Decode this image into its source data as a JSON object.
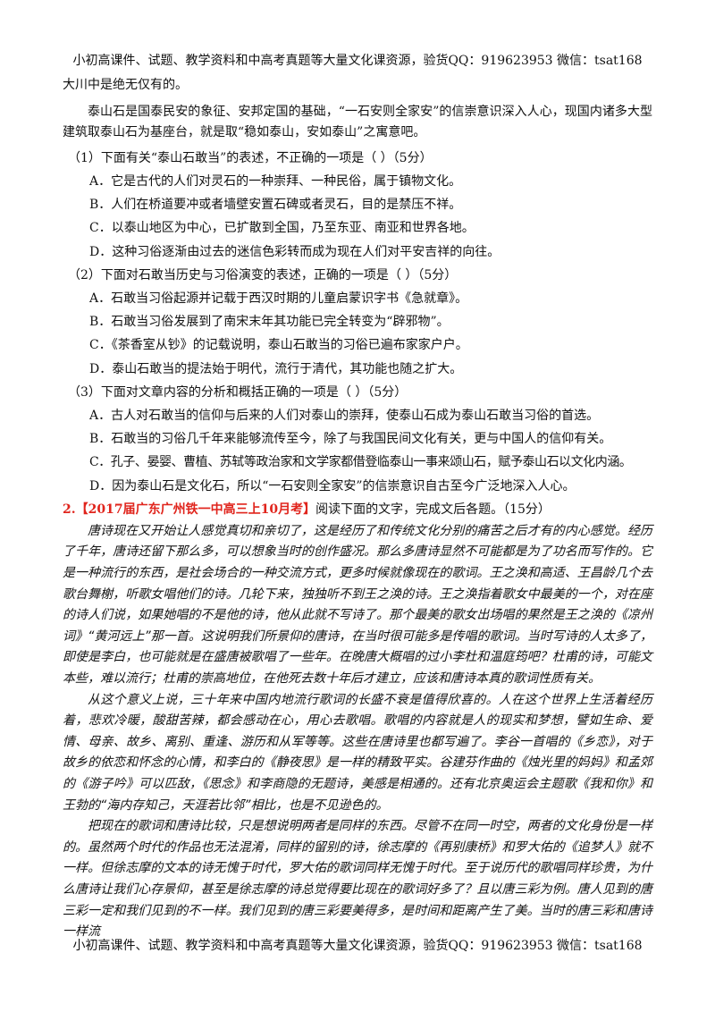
{
  "header": "小初高课件、试题、教学资料和中高考真题等大量文化课资源，验货QQ：919623953      微信：tsat168",
  "footer": "小初高课件、试题、教学资料和中高考真题等大量文化课资源，验货QQ：919623953      微信：tsat168",
  "intro": {
    "line1": "大川中是绝无仅有的。",
    "para2": "泰山石是国泰民安的象征、安邦定国的基础，“一石安则全家安”的信崇意识深入人心，现国内诸多大型建筑取泰山石为基座台，就是取“稳如泰山，安如泰山”之寓意吧。"
  },
  "questions": [
    {
      "stem": "（1）下面有关“泰山石敢当”的表述，不正确的一项是（        ）（5分）",
      "options": [
        "A．它是古代的人们对灵石的一种崇拜、一种民俗，属于镇物文化。",
        "B．人们在桥道要冲或者墙壁安置石碑或者灵石，目的是禁压不祥。",
        "C．以泰山地区为中心，已扩散到全国，乃至东亚、南亚和世界各地。",
        "D．这种习俗逐渐由过去的迷信色彩转而成为现在人们对平安吉祥的向往。"
      ]
    },
    {
      "stem": "（2）下面对石敢当历史与习俗演变的表述，正确的一项是（        ）（5分）",
      "options": [
        "A．石敢当习俗起源并记载于西汉时期的儿童启蒙识字书《急就章》。",
        "B．石敢当习俗发展到了南宋末年其功能已完全转变为“辟邪物”。",
        "C．《茶香室从钞》的记载说明，泰山石敢当的习俗已遍布家家户户。",
        "D．泰山石敢当的提法始于明代，流行于清代，其功能也随之扩大。"
      ]
    },
    {
      "stem": "（3）下面对文章内容的分析和概括正确的一项是（        ）（5分）",
      "options": [
        "A．古人对石敢当的信仰与后来的人们对泰山的崇拜，使泰山石成为泰山石敢当习俗的首选。",
        "B．石敢当的习俗几千年来能够流传至今，除了与我国民间文化有关，更与中国人的信仰有关。",
        "C．孔子、晏婴、曹植、苏轼等政治家和文学家都借登临泰山一事来颂山石，赋予泰山石以文化内涵。",
        "D．因为泰山石是文化石，所以“一石安则全家安”的信崇意识自古至今广泛地深入人心。"
      ]
    }
  ],
  "section2": {
    "number": "2.",
    "source": "【2017届广东广州铁一中高三上10月考】",
    "instruction": "阅读下面的文字，完成文后各题。（15分）"
  },
  "article": [
    "唐诗现在又开始让人感觉真切和亲切了，这是经历了和传统文化分别的痛苦之后才有的内心感觉。经历了千年，唐诗还留下那么多，可以想象当时的创作盛况。那么多唐诗显然不可能都是为了功名而写作的。它是一种流行的东西，是社会场合的一种交流方式，更多时候就像现在的歌词。王之涣和高适、王昌龄几个去歌台舞榭，听歌女唱他们的诗。几轮下来，独独听不到王之涣的诗。王之涣指着歌女中最美的一个，对在座的诗人们说，如果她唱的不是他的诗，他从此就不写诗了。那个最美的歌女出场唱的果然是王之涣的《凉州词》“黄河远上”那一首。这说明我们所景仰的唐诗，在当时很可能多是传唱的歌词。当时写诗的人太多了，即使是李白，也可能就是在盛唐被歌唱了一些年。在晚唐大概唱的过小李杜和温庭筠吧？杜甫的诗，可能文本些，难以流行；杜甫的崇高地位，在他死去数十年后才建立，应该和唐诗本真的歌词性质有关。",
    "从这个意义上说，三十年来中国内地流行歌词的长盛不衰是值得欣喜的。人在这个世界上生活着经历着，悲欢冷暖，酸甜苦辣，都会感动在心，用心去歌唱。歌唱的内容就是人的现实和梦想，譬如生命、爱情、母亲、故乡、离别、重逢、游历和从军等等。这些在唐诗里也都写遍了。李谷一首唱的《乡恋》，对于故乡的依恋和怀念的心情，和李白的《静夜思》是一样的精致平实。谷建芬作曲的《烛光里的妈妈》和孟郊的《游子吟》可以匹敌，《思念》和李商隐的无题诗，美感是相通的。还有北京奥运会主题歌《我和你》和王勃的“海内存知己，天涯若比邻”相比，也是不见逊色的。",
    "把现在的歌词和唐诗比较，只是想说明两者是同样的东西。尽管不在同一时空，两者的文化身份是一样的。虽然两个时代的作品也无法混淆，同样的留别的诗，徐志摩的《再别康桥》和罗大佑的《追梦人》就不一样。但徐志摩的文本的诗无愧于时代，罗大佑的歌词同样无愧于时代。至于说历代的歌唱同样珍贵，为什么唐诗让我们心存景仰，甚至是徐志摩的诗总觉得要比现在的歌词好多了？且以唐三彩为例。唐人见到的唐三彩一定和我们见到的不一样。我们见到的唐三彩要美得多，是时间和距离产生了美。当时的唐三彩和唐诗一样流"
  ]
}
